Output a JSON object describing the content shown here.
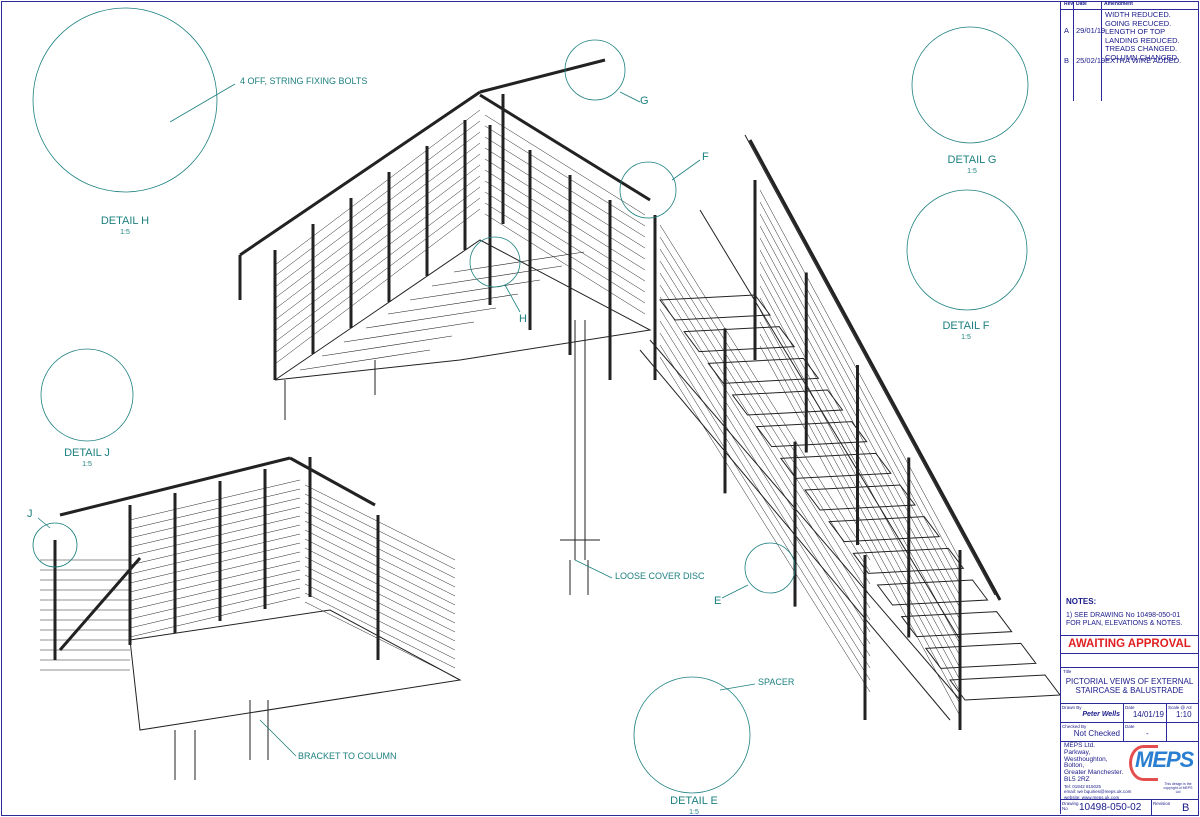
{
  "revisions": {
    "headers": {
      "rev": "Rev",
      "date": "Date",
      "amendment": "Amendment"
    },
    "rows": [
      {
        "rev": "A",
        "date": "29/01/19",
        "amendment": "WIDTH REDUCED. GOING RECUCED. LENGTH OF TOP LANDING REDUCED. TREADS CHANGED. COLUMN CHANGED."
      },
      {
        "rev": "B",
        "date": "25/02/19",
        "amendment": "EXTRA WIRE ADDED."
      }
    ]
  },
  "notes": {
    "heading": "NOTES:",
    "text": "1) SEE DRAWING No 10498-050-01 FOR PLAN, ELEVATIONS & NOTES."
  },
  "status": "AWAITING APPROVAL",
  "title_block": {
    "title_label": "Title",
    "title_line1": "PICTORIAL VEIWS OF EXTERNAL",
    "title_line2": "STAIRCASE & BALUSTRADE",
    "drawn_label": "Drawn By",
    "drawn_by": "Peter Wells",
    "date_label": "Date",
    "date": "14/01/19",
    "scale_label": "Scale @ A3",
    "scale": "1:10",
    "checked_label": "Checked By",
    "checked_by": "Not Checked",
    "checked_date_label": "Date",
    "checked_date": "-",
    "company_lines": [
      "MEPS Ltd.",
      "Parkway,",
      "Westhoughton,",
      "Bolton,",
      "Greater Manchester.",
      "BL5 2RZ"
    ],
    "tel": "Tel: 01942 815025",
    "email": "email: we bquiries@meps.uk.com",
    "website": "website: www.meps.uk.com",
    "copyright": "This design is the copyright of MEPS Ltd",
    "logo": "MEPS",
    "drawing_label": "Drawing No",
    "drawing_no": "10498-050-02",
    "revision_label": "Revision",
    "revision": "B"
  },
  "details": [
    {
      "name": "DETAIL H",
      "scale": "1:5"
    },
    {
      "name": "DETAIL G",
      "scale": "1:5"
    },
    {
      "name": "DETAIL F",
      "scale": "1:5"
    },
    {
      "name": "DETAIL J",
      "scale": "1:5"
    },
    {
      "name": "DETAIL E",
      "scale": "1:5"
    }
  ],
  "callouts": {
    "G": "G",
    "F": "F",
    "H": "H",
    "J": "J",
    "E": "E"
  },
  "annotations": {
    "bolts": "4 OFF, STRING FIXING BOLTS",
    "cover_disc": "LOOSE COVER DISC",
    "spacer": "SPACER",
    "bracket": "BRACKET TO COLUMN"
  }
}
